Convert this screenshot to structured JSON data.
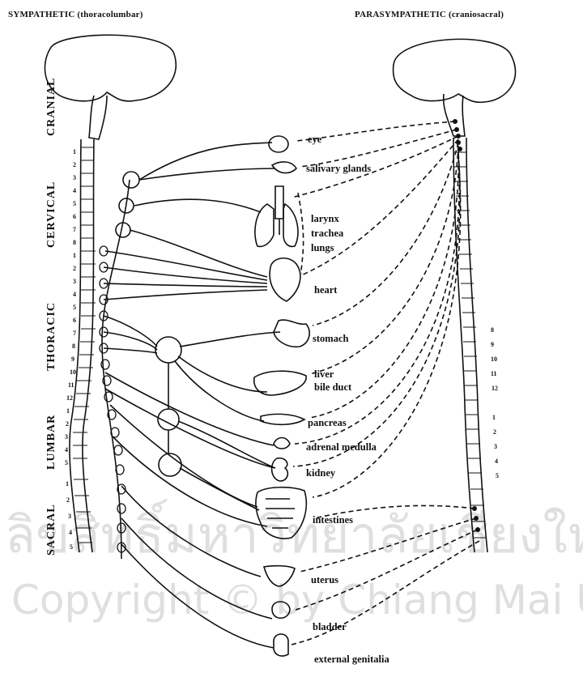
{
  "header": {
    "sympathetic": "SYMPATHETIC (thoracolumbar)",
    "parasympathetic": "PARASYMPATHETIC (craniosacral)"
  },
  "regions": {
    "cranial": "CRANIAL",
    "cervical": "CERVICAL",
    "thoracic": "THORACIC",
    "lumbar": "LUMBAR",
    "sacral": "SACRAL"
  },
  "organs": {
    "eye": "eye",
    "salivary": "salivary glands",
    "larynx": "larynx",
    "trachea": "trachea",
    "lungs": "lungs",
    "heart": "heart",
    "stomach": "stomach",
    "liver": "liver",
    "bile_duct": "bile duct",
    "pancreas": "pancreas",
    "adrenal": "adrenal medulla",
    "kidney": "kidney",
    "intestines": "intestines",
    "uterus": "uterus",
    "bladder": "bladder",
    "genitalia": "external genitalia"
  },
  "vertebrae_left": [
    "1",
    "2",
    "3",
    "4",
    "5",
    "6",
    "7",
    "8",
    "1",
    "2",
    "3",
    "4",
    "5",
    "6",
    "7",
    "8",
    "9",
    "10",
    "11",
    "12",
    "1",
    "2",
    "3",
    "4",
    "5",
    "1",
    "2",
    "3",
    "4",
    "5"
  ],
  "vertebrae_right": [
    "8",
    "9",
    "10",
    "11",
    "12",
    "1",
    "2",
    "3",
    "4",
    "5"
  ],
  "watermark": {
    "line1": "ลิขสิทธิ์มหาวิทยาลัยเชียงใหม่",
    "line2": "Copyright © by Chiang Mai University"
  },
  "colors": {
    "ink": "#111111",
    "watermark": "#b9b9b9"
  }
}
